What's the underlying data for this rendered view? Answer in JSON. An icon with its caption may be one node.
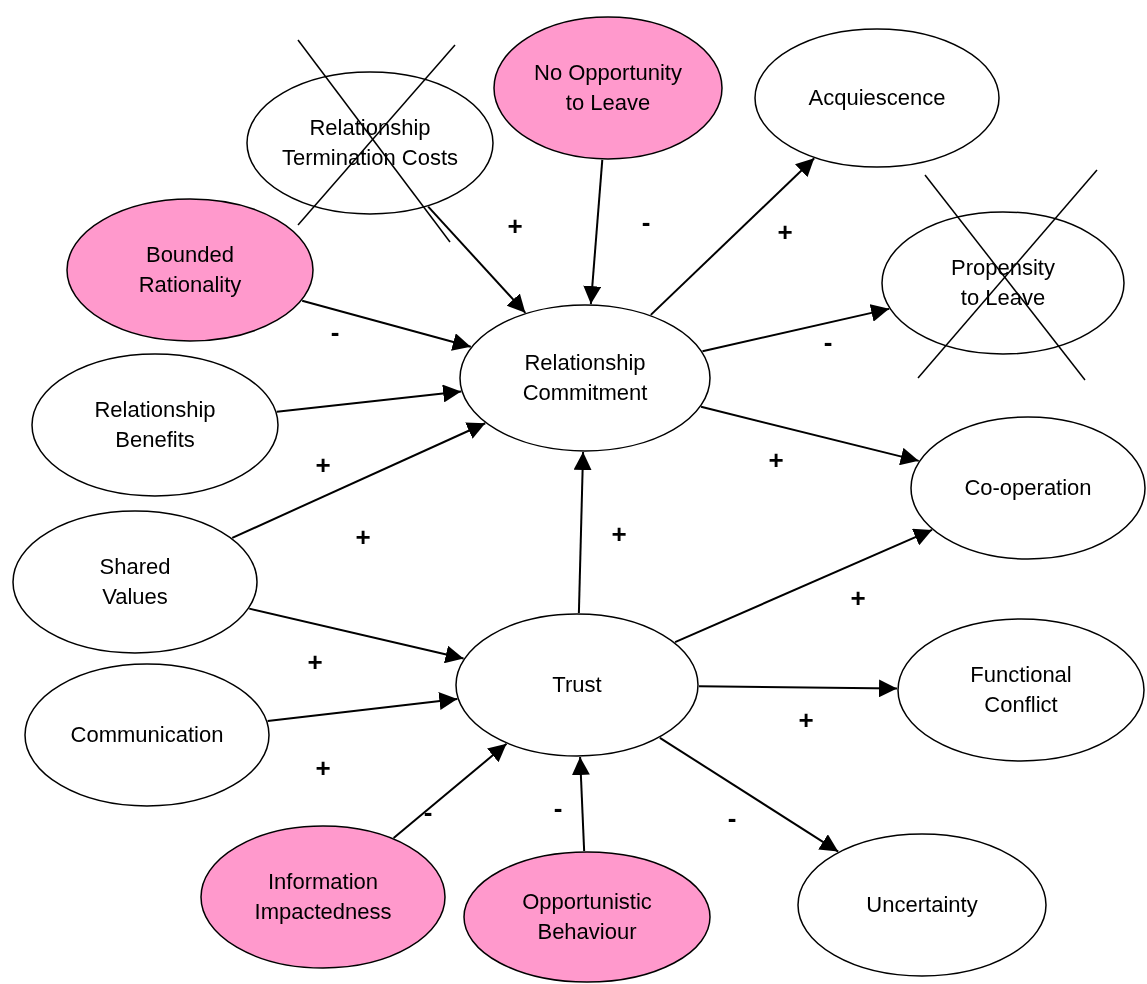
{
  "diagram": {
    "nodes": [
      {
        "text": [
          "Relationship Termination Costs"
        ]
      },
      {
        "text": [
          "No Opportunity to Leave"
        ]
      },
      {
        "text": [
          "Acquiescence"
        ]
      },
      {
        "text": [
          "Bounded Rationality"
        ]
      },
      {
        "text": [
          "Propensity to Leave"
        ]
      },
      {
        "text": [
          "Relationship Commitment"
        ]
      },
      {
        "text": [
          "Relationship Benefits"
        ]
      },
      {
        "text": [
          "Co-operation"
        ]
      },
      {
        "text": [
          "Shared Values"
        ]
      },
      {
        "text": [
          "Trust"
        ]
      },
      {
        "text": [
          "Functional Conflict"
        ]
      },
      {
        "text": [
          "Communication"
        ]
      },
      {
        "text": [
          "Information Impactedness"
        ]
      },
      {
        "text": [
          "Opportunistic Behaviour"
        ]
      },
      {
        "text": [
          "Uncertainty"
        ]
      }
    ],
    "edges": [
      {
        "from": 0,
        "to": 5,
        "arrow": "to"
      },
      {
        "from": 1,
        "to": 5,
        "arrow": "to"
      },
      {
        "from": 3,
        "to": 5,
        "arrow": "to"
      },
      {
        "from": 6,
        "to": 5,
        "arrow": "to"
      },
      {
        "from": 8,
        "to": 5,
        "arrow": "to"
      },
      {
        "from": 5,
        "to": 2,
        "arrow": "to"
      },
      {
        "from": 5,
        "to": 4,
        "arrow": "to"
      },
      {
        "from": 5,
        "to": 7,
        "arrow": "to"
      },
      {
        "from": 9,
        "to": 5,
        "arrow": "to"
      },
      {
        "from": 8,
        "to": 9,
        "arrow": "to"
      },
      {
        "from": 11,
        "to": 9,
        "arrow": "to"
      },
      {
        "from": 12,
        "to": 9,
        "arrow": "to"
      },
      {
        "from": 13,
        "to": 9,
        "arrow": "to"
      },
      {
        "from": 9,
        "to": 7,
        "arrow": "to"
      },
      {
        "from": 9,
        "to": 10,
        "arrow": "to"
      },
      {
        "from": 9,
        "to": 14,
        "arrow": "to"
      }
    ],
    "labels": [
      "+",
      "-",
      "+",
      "-",
      "-",
      "+",
      "+",
      "+",
      "+",
      "+",
      "+",
      "+",
      "+",
      "-",
      "-",
      "-"
    ]
  }
}
